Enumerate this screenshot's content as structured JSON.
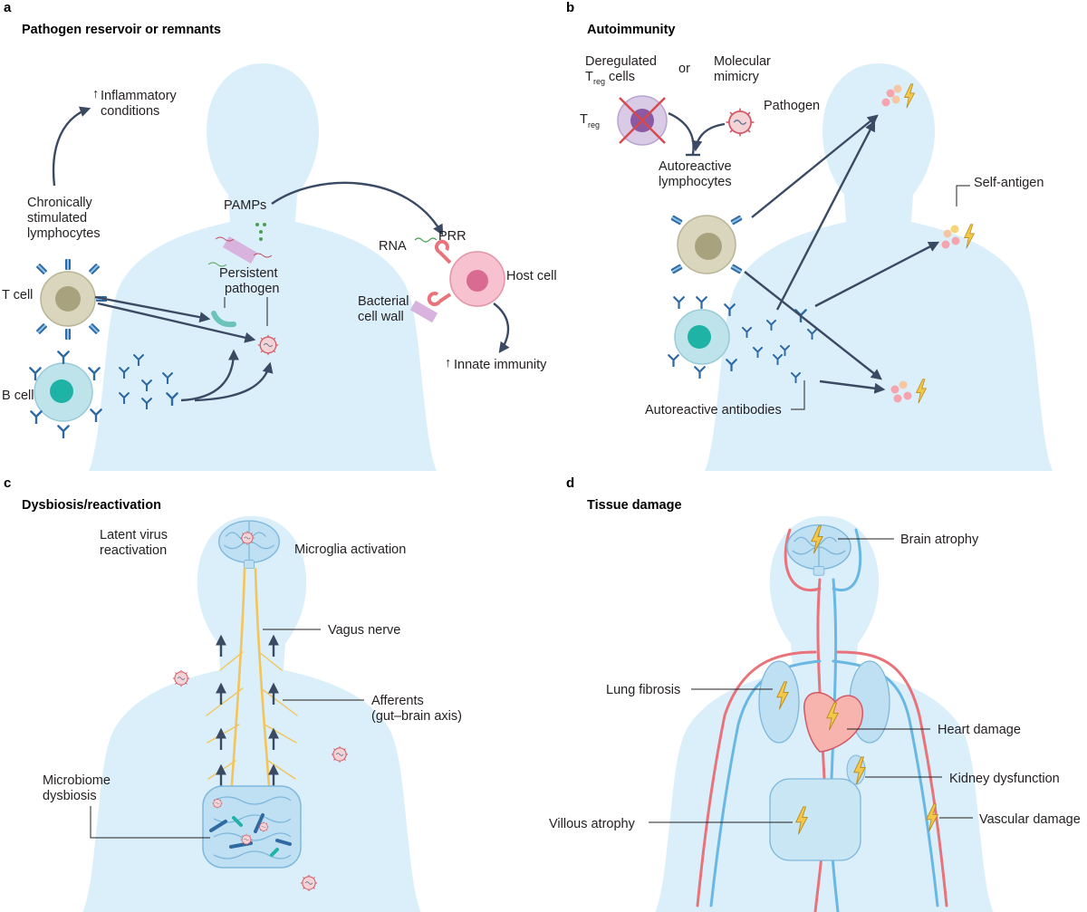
{
  "panels": {
    "a": {
      "letter": "a",
      "title": "Pathogen reservoir or remnants",
      "inflammatory_line1": "Inflammatory",
      "inflammatory_line2": "conditions",
      "chronic_line1": "Chronically",
      "chronic_line2": "stimulated",
      "chronic_line3": "lymphocytes",
      "t_cell": "T cell",
      "b_cell": "B cell",
      "pamps": "PAMPs",
      "persistent_line1": "Persistent",
      "persistent_line2": "pathogen",
      "rna": "RNA",
      "prr": "PRR",
      "host_cell": "Host cell",
      "bacterial_line1": "Bacterial",
      "bacterial_line2": "cell wall",
      "innate": "Innate immunity"
    },
    "b": {
      "letter": "b",
      "title": "Autoimmunity",
      "dereg_line1": "Deregulated",
      "dereg_T": "T",
      "dereg_sub": "reg",
      "dereg_cells": "cells",
      "or": "or",
      "mimicry_line1": "Molecular",
      "mimicry_line2": "mimicry",
      "treg_T": "T",
      "treg_sub": "reg",
      "pathogen": "Pathogen",
      "autoreactive_line1": "Autoreactive",
      "autoreactive_line2": "lymphocytes",
      "self_antigen": "Self-antigen",
      "antibodies": "Autoreactive antibodies"
    },
    "c": {
      "letter": "c",
      "title": "Dysbiosis/reactivation",
      "latent_line1": "Latent virus",
      "latent_line2": "reactivation",
      "microglia": "Microglia activation",
      "vagus": "Vagus nerve",
      "afferents_line1": "Afferents",
      "afferents_line2": "(gut–brain axis)",
      "microbiome_line1": "Microbiome",
      "microbiome_line2": "dysbiosis"
    },
    "d": {
      "letter": "d",
      "title": "Tissue damage",
      "brain": "Brain atrophy",
      "lung": "Lung fibrosis",
      "heart": "Heart damage",
      "kidney": "Kidney dysfunction",
      "villous": "Villous atrophy",
      "vascular": "Vascular damage"
    }
  },
  "colors": {
    "body_fill": "#dbeffa",
    "arrow": "#3a4a63",
    "t_cell": "#d9d6bd",
    "b_cell": "#bfe3ea",
    "b_nucleus": "#1fb3a6",
    "host_cell": "#f7c1cf",
    "host_nucleus": "#d96a92",
    "antibody": "#2f6aa3",
    "lightning": "#f3c84a",
    "nerve": "#f2c45a",
    "artery": "#e8737a",
    "vein": "#69b7e3"
  }
}
